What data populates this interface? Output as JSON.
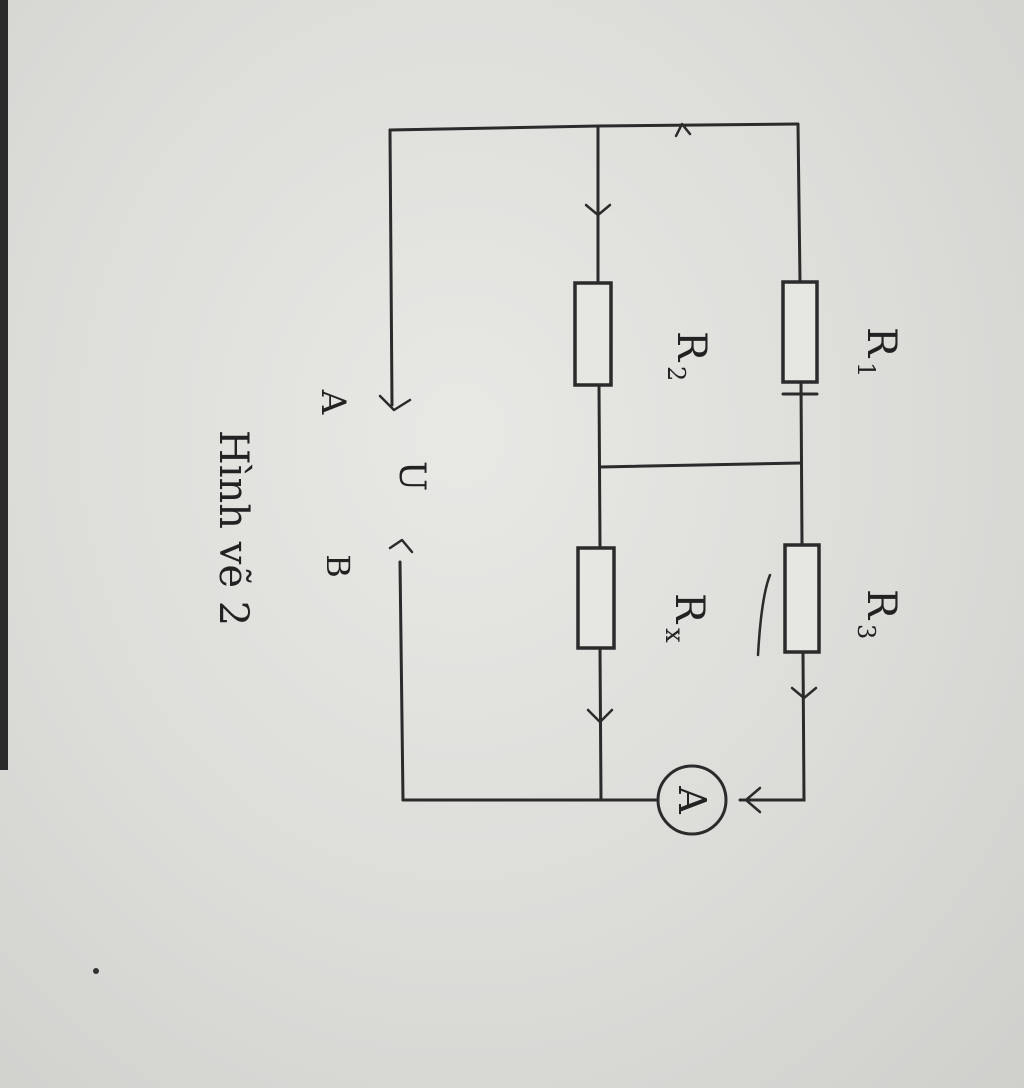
{
  "diagram": {
    "labels": {
      "r1": "R",
      "r1_sub": "1",
      "r2": "R",
      "r2_sub": "2",
      "r3": "R",
      "r3_sub": "3",
      "rx": "R",
      "rx_sub": "x",
      "ammeter": "A",
      "voltage": "U",
      "terminal_a": "A",
      "terminal_b": "B"
    },
    "caption": "Hình vẽ 2",
    "colors": {
      "ink": "#2b2b2b",
      "paper": "#e2e2df"
    }
  }
}
